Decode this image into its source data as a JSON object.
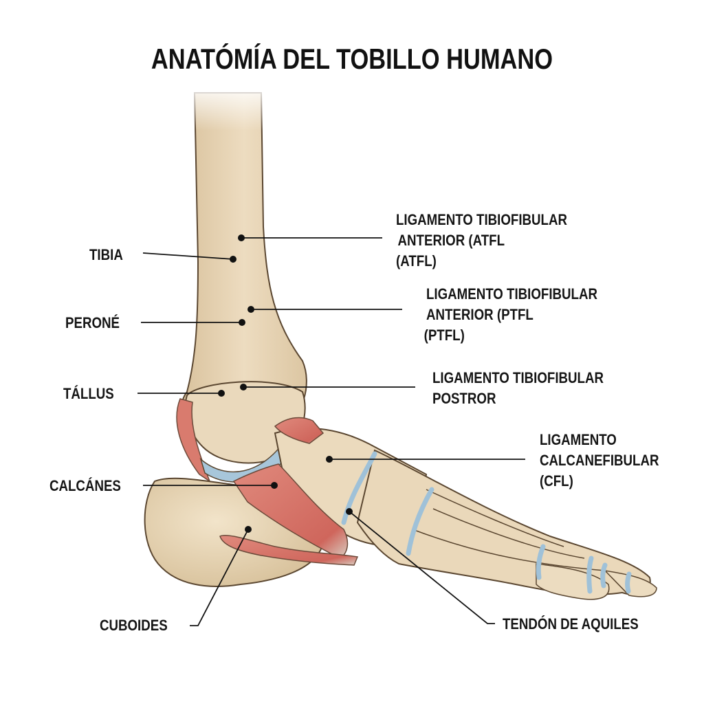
{
  "title": "ANATÓMÍA DEL TOBILLO HUMANO",
  "colors": {
    "bone": "#e9d8bb",
    "bone_shadow": "#cdb58f",
    "outline": "#5a4630",
    "cartilage": "#9fc1d8",
    "ligament": "#d8756a",
    "leader_line": "#111111",
    "background": "#ffffff"
  },
  "labels_left": [
    {
      "id": "tibia",
      "text": "TIBIA"
    },
    {
      "id": "perone",
      "text": "PERONÉ"
    },
    {
      "id": "tallus",
      "text": "TÁLLUS"
    },
    {
      "id": "calcanes",
      "text": "CALCÁNES"
    },
    {
      "id": "cuboides",
      "text": "CUBOIDES"
    }
  ],
  "labels_right": [
    {
      "id": "atfl",
      "lines": [
        "LIGAMENTO TIBIOFIBULAR",
        "ANTERIOR (ATFL",
        "(ATFL)"
      ]
    },
    {
      "id": "ptfl",
      "lines": [
        "LIGAMENTO TIBIOFIBULAR",
        "ANTERIOR (PTFL",
        "(PTFL)"
      ]
    },
    {
      "id": "posterior",
      "lines": [
        "LIGAMENTO TIBIOFIBULAR",
        "POSTROR"
      ]
    },
    {
      "id": "cfl",
      "lines": [
        "LIGAMENTO",
        "CALCANEFIBULAR",
        "(CFL)"
      ]
    },
    {
      "id": "aquiles",
      "lines": [
        "TENDÓN DE AQUILES"
      ]
    }
  ]
}
